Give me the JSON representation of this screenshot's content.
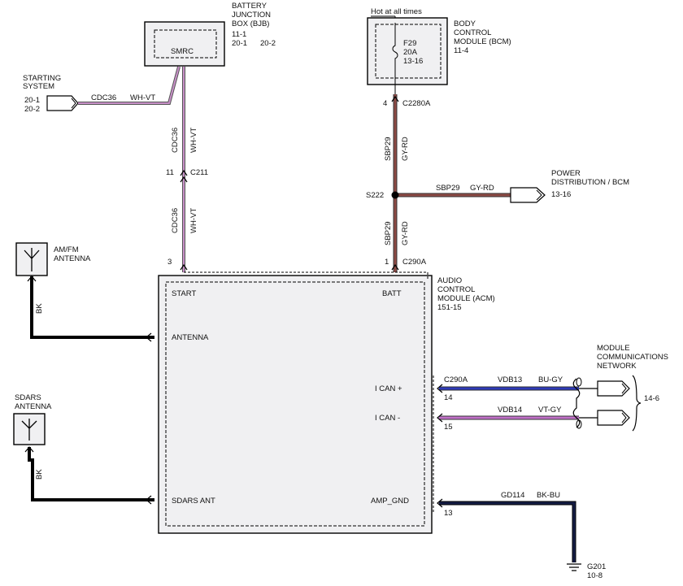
{
  "diagram": {
    "bjb": {
      "name": [
        "BATTERY",
        "JUNCTION",
        "BOX (BJB)"
      ],
      "ref1": "11-1",
      "ref2a": "20-1",
      "ref2b": "20-2",
      "fuse_label": "SMRC"
    },
    "bcm": {
      "hot_label": "Hot at all times",
      "name": [
        "BODY",
        "CONTROL",
        "MODULE (BCM)"
      ],
      "ref": "11-4",
      "fuse": "F29",
      "amps": "20A",
      "fuse_ref": "13-16"
    },
    "starting_system": {
      "name": [
        "STARTING",
        "SYSTEM"
      ],
      "refs": [
        "20-1",
        "20-2"
      ],
      "circuit": "CDC36",
      "color": "WH-VT"
    },
    "start_wire": {
      "circuit_upper": "CDC36",
      "color_upper": "WH-VT",
      "pin_c211": "11",
      "connector_c211": "C211",
      "circuit_lower": "CDC36",
      "color_lower": "WH-VT",
      "pin_acm": "3"
    },
    "batt_wire": {
      "pin_bcm": "4",
      "connector_bcm": "C2280A",
      "circuit_upper": "SBP29",
      "color_upper": "GY-RD",
      "splice": "S222",
      "circuit_branch": "SBP29",
      "color_branch": "GY-RD",
      "circuit_lower": "SBP29",
      "color_lower": "GY-RD",
      "pin_acm": "1",
      "connector_acm": "C290A"
    },
    "power_distribution": {
      "name": [
        "POWER",
        "DISTRIBUTION / BCM"
      ],
      "ref": "13-16"
    },
    "amfm_antenna": {
      "name": [
        "AM/FM",
        "ANTENNA"
      ],
      "wire_color": "BK"
    },
    "sdars_antenna": {
      "name": [
        "SDARS",
        "ANTENNA"
      ],
      "wire_color": "BK"
    },
    "acm": {
      "name": [
        "AUDIO",
        "CONTROL",
        "MODULE (ACM)"
      ],
      "ref": "151-15",
      "pins": {
        "start": "START",
        "batt": "BATT",
        "antenna": "ANTENNA",
        "sdars_ant": "SDARS ANT",
        "ican_plus": "I CAN +",
        "ican_minus": "I CAN -",
        "amp_gnd": "AMP_GND"
      }
    },
    "network": {
      "name": [
        "MODULE",
        "COMMUNICATIONS",
        "NETWORK"
      ],
      "ref": "14-6",
      "connector": "C290A",
      "can_plus": {
        "pin": "14",
        "circuit": "VDB13",
        "color": "BU-GY"
      },
      "can_minus": {
        "pin": "15",
        "circuit": "VDB14",
        "color": "VT-GY"
      }
    },
    "ground": {
      "pin": "13",
      "circuit": "GD114",
      "color": "BK-BU",
      "name": "G201",
      "ref": "10-8"
    },
    "wire_colors": {
      "wh_vt": "#c890c8",
      "gy_rd": "#8c4a44",
      "bu_gy": "#2e3ab8",
      "vt_gy": "#c070c8",
      "bk": "#000000",
      "bk_bu": "#141c44",
      "module_fill": "#f0f0f2"
    }
  }
}
